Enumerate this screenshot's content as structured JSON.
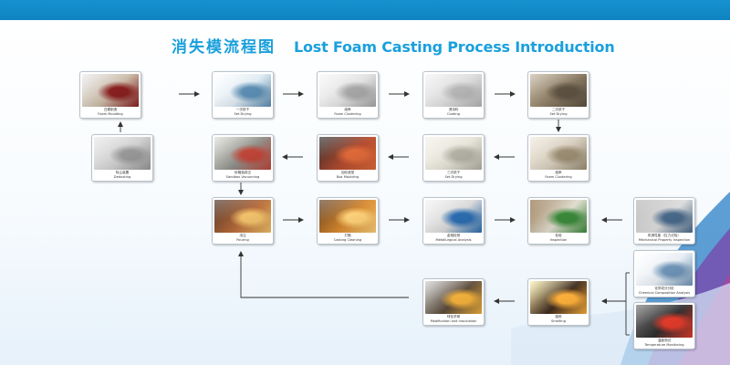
{
  "header": {
    "title_cn": "消失模流程图",
    "title_en": "Lost Foam Casting Process Introduction"
  },
  "steps": [
    {
      "id": "foam-molding",
      "cn": "白模制造",
      "en": "Foam Moulding",
      "colors": [
        "#c9b9a6",
        "#8a2020",
        "#eaeaea"
      ]
    },
    {
      "id": "set-drying-1",
      "cn": "一次烘干",
      "en": "Set Drying",
      "colors": [
        "#dfeaf2",
        "#5d8fb5",
        "#ffffff"
      ]
    },
    {
      "id": "foam-clustering-1",
      "cn": "组串",
      "en": "Foam Clustering",
      "colors": [
        "#e2e2e2",
        "#a9a9a9",
        "#f7f7f7"
      ]
    },
    {
      "id": "coating",
      "cn": "浸涂料",
      "en": "Coating",
      "colors": [
        "#dcdcdc",
        "#b8b8b8",
        "#f2f2f2"
      ]
    },
    {
      "id": "set-drying-2",
      "cn": "二次烘干",
      "en": "Set Drying",
      "colors": [
        "#8a7a62",
        "#5e5343",
        "#c5b8a2"
      ]
    },
    {
      "id": "foam-clustering-2",
      "cn": "组串",
      "en": "Foam Clustering",
      "colors": [
        "#d6cdbd",
        "#9d8f75",
        "#efe9de"
      ]
    },
    {
      "id": "set-drying-3",
      "cn": "三次烘干",
      "en": "Set Drying",
      "colors": [
        "#e6e3d8",
        "#b5b2a6",
        "#f4f2ea"
      ]
    },
    {
      "id": "box-moulding",
      "cn": "加砂造型",
      "en": "Box Moulding",
      "colors": [
        "#b14a2e",
        "#e06a3a",
        "#2a2a2a"
      ]
    },
    {
      "id": "sandbox-vacuuming",
      "cn": "砂箱抽真空",
      "en": "Sandbox Vacuuming",
      "colors": [
        "#8e8e88",
        "#c2463a",
        "#dcdcd6"
      ]
    },
    {
      "id": "dedusting",
      "cn": "除尘装置",
      "en": "Dedusting",
      "colors": [
        "#cfcfcf",
        "#9a9a9a",
        "#e9e9e9"
      ]
    },
    {
      "id": "pouring",
      "cn": "浇注",
      "en": "Pouring",
      "colors": [
        "#b56a3a",
        "#f3c36b",
        "#4a2f22"
      ]
    },
    {
      "id": "casting-cleaning",
      "cn": "打箱",
      "en": "Casting Cleaning",
      "colors": [
        "#d6882f",
        "#ffd27a",
        "#5a3a1e"
      ]
    },
    {
      "id": "metallurgical-analysis",
      "cn": "金相检测",
      "en": "Metallurgical Analysis",
      "colors": [
        "#d8d8d8",
        "#2c6db0",
        "#f3f3f3"
      ]
    },
    {
      "id": "inspection",
      "cn": "检验",
      "en": "Inspection",
      "colors": [
        "#e0dccf",
        "#3b8a3b",
        "#8a6a40"
      ]
    },
    {
      "id": "mechanical-property",
      "cn": "机械性能（拉力试验）",
      "en": "Mechanical Property Inspection",
      "colors": [
        "#dcdcdc",
        "#4a6a8a",
        "#b5b5b5"
      ]
    },
    {
      "id": "chemical-composition",
      "cn": "化学成分分析",
      "en": "Chemical Composition Analysis",
      "colors": [
        "#e8eef4",
        "#6f95b8",
        "#ffffff"
      ]
    },
    {
      "id": "temperature-monitoring",
      "cn": "温度测试",
      "en": "Temperature Monitoring",
      "colors": [
        "#2e2e2e",
        "#e23b2b",
        "#777777"
      ]
    },
    {
      "id": "smelting",
      "cn": "熔炼",
      "en": "Smelting",
      "colors": [
        "#3d2a1e",
        "#ffb13b",
        "#fff2b0"
      ]
    },
    {
      "id": "modification",
      "cn": "球化孕育",
      "en": "Modification and Inoculation",
      "colors": [
        "#5a4a3a",
        "#f2b13b",
        "#cfcfcf"
      ]
    }
  ]
}
